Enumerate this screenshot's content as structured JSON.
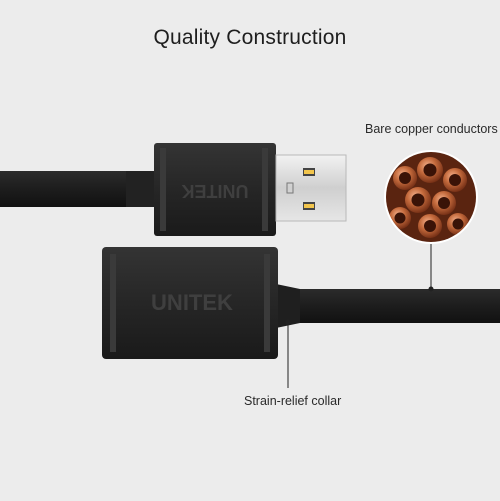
{
  "title": "Quality Construction",
  "callouts": {
    "copper": "Bare copper conductors",
    "strain_relief": "Strain-relief collar"
  },
  "brand": {
    "male_connector_text": "UNITEK",
    "female_connector_text": "UNITEK"
  },
  "colors": {
    "background": "#ececec",
    "cable": "#1c1c1c",
    "connector_shell": "#2a2a2a",
    "usb_plug": "#d7d7d7",
    "copper": "#b65d33"
  },
  "icons": {
    "usb_symbol": "usb-icon"
  }
}
